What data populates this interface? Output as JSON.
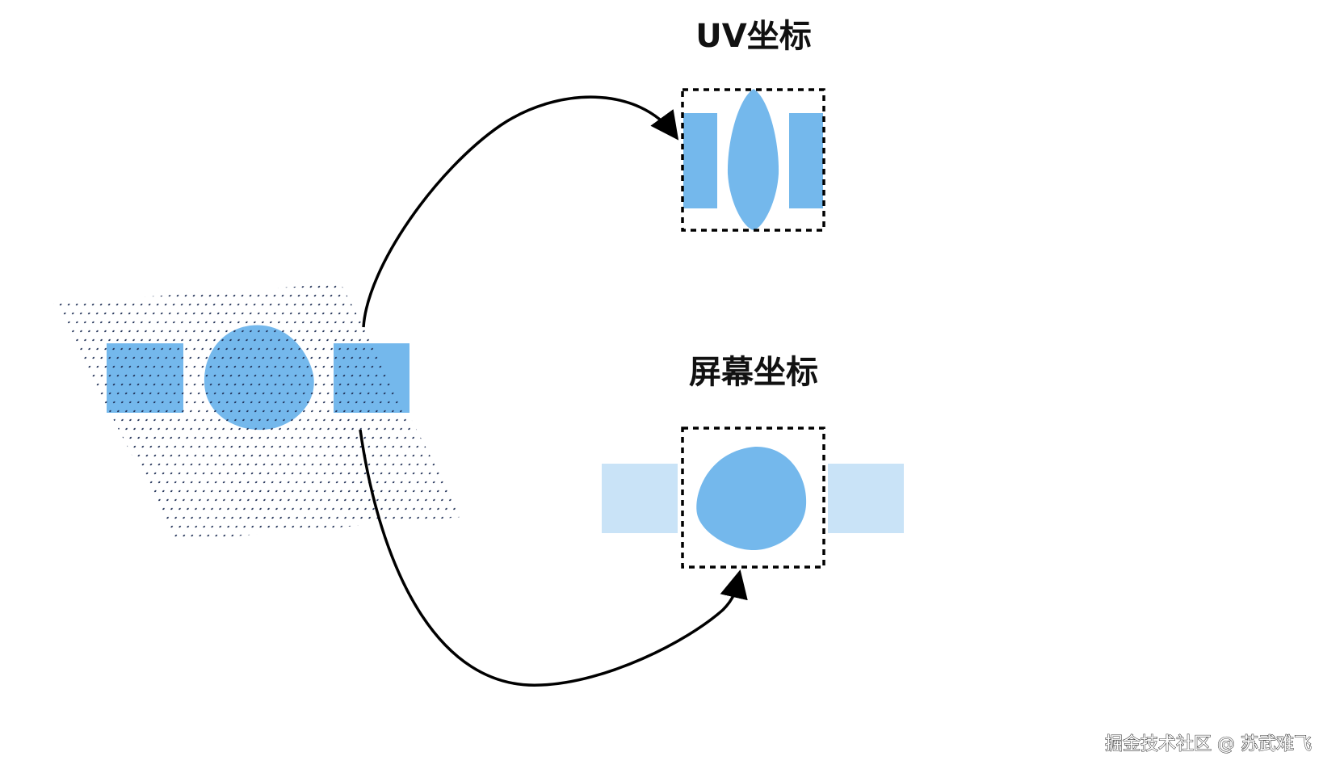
{
  "labels": {
    "uv_title": "UV坐标",
    "screen_title": "屏幕坐标"
  },
  "watermark": "掘金技术社区 @ 苏武难飞",
  "colors": {
    "shape_blue": "#74b8ec",
    "shape_light_blue": "#c9e3f7",
    "grid_dot": "#1f2f55",
    "arrow": "#000000",
    "frame": "#000000",
    "background": "#ffffff"
  }
}
